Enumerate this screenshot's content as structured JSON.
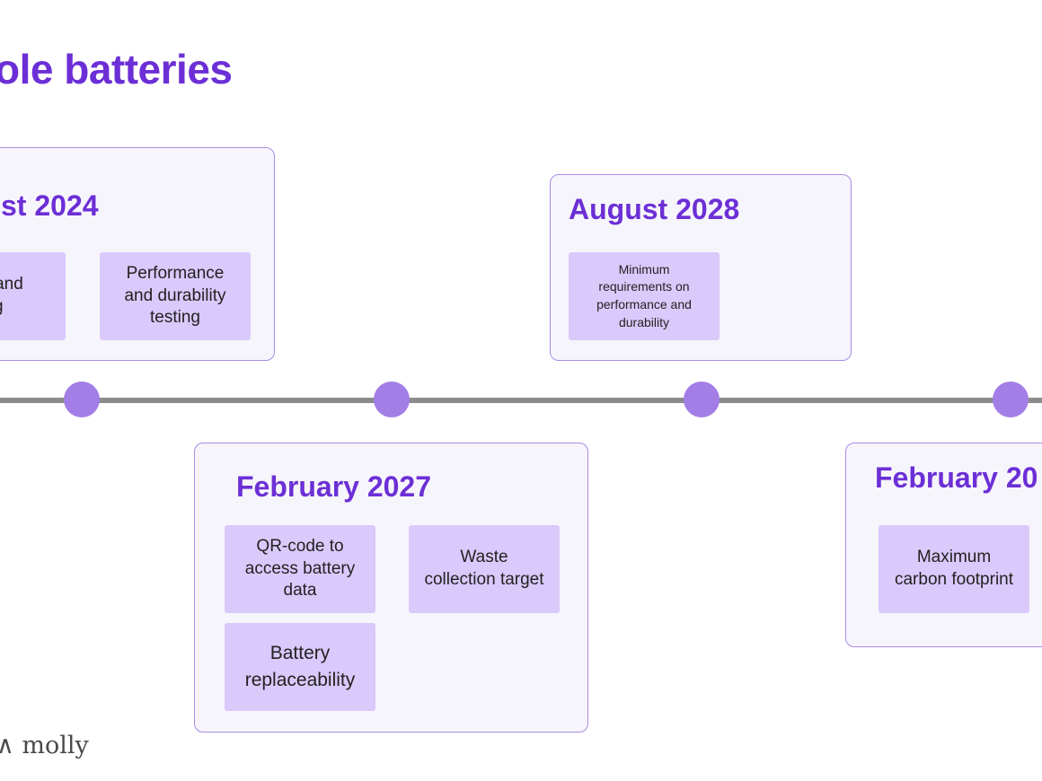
{
  "title": "ole batteries",
  "logo_text": "∧ molly",
  "milestones": [
    {
      "date": "st 2024",
      "items": [
        "g and\ning",
        "Performance\nand durability\ntesting"
      ]
    },
    {
      "date": "February 2027",
      "items": [
        "QR-code to\naccess battery\ndata",
        "Waste\ncollection target",
        "Battery\nreplaceability"
      ]
    },
    {
      "date": "August 2028",
      "items": [
        "Minimum\nrequirements on\nperformance and\ndurability"
      ]
    },
    {
      "date": "February 20",
      "items": [
        "Maximum\ncarbon footprint"
      ]
    }
  ],
  "colors": {
    "accent": "#6c2fd6",
    "chip": "#dac9fb",
    "card_bg": "#f7f5fc",
    "card_border": "#a98be6",
    "dot": "#a37ee6",
    "line": "#8c8c8c"
  }
}
